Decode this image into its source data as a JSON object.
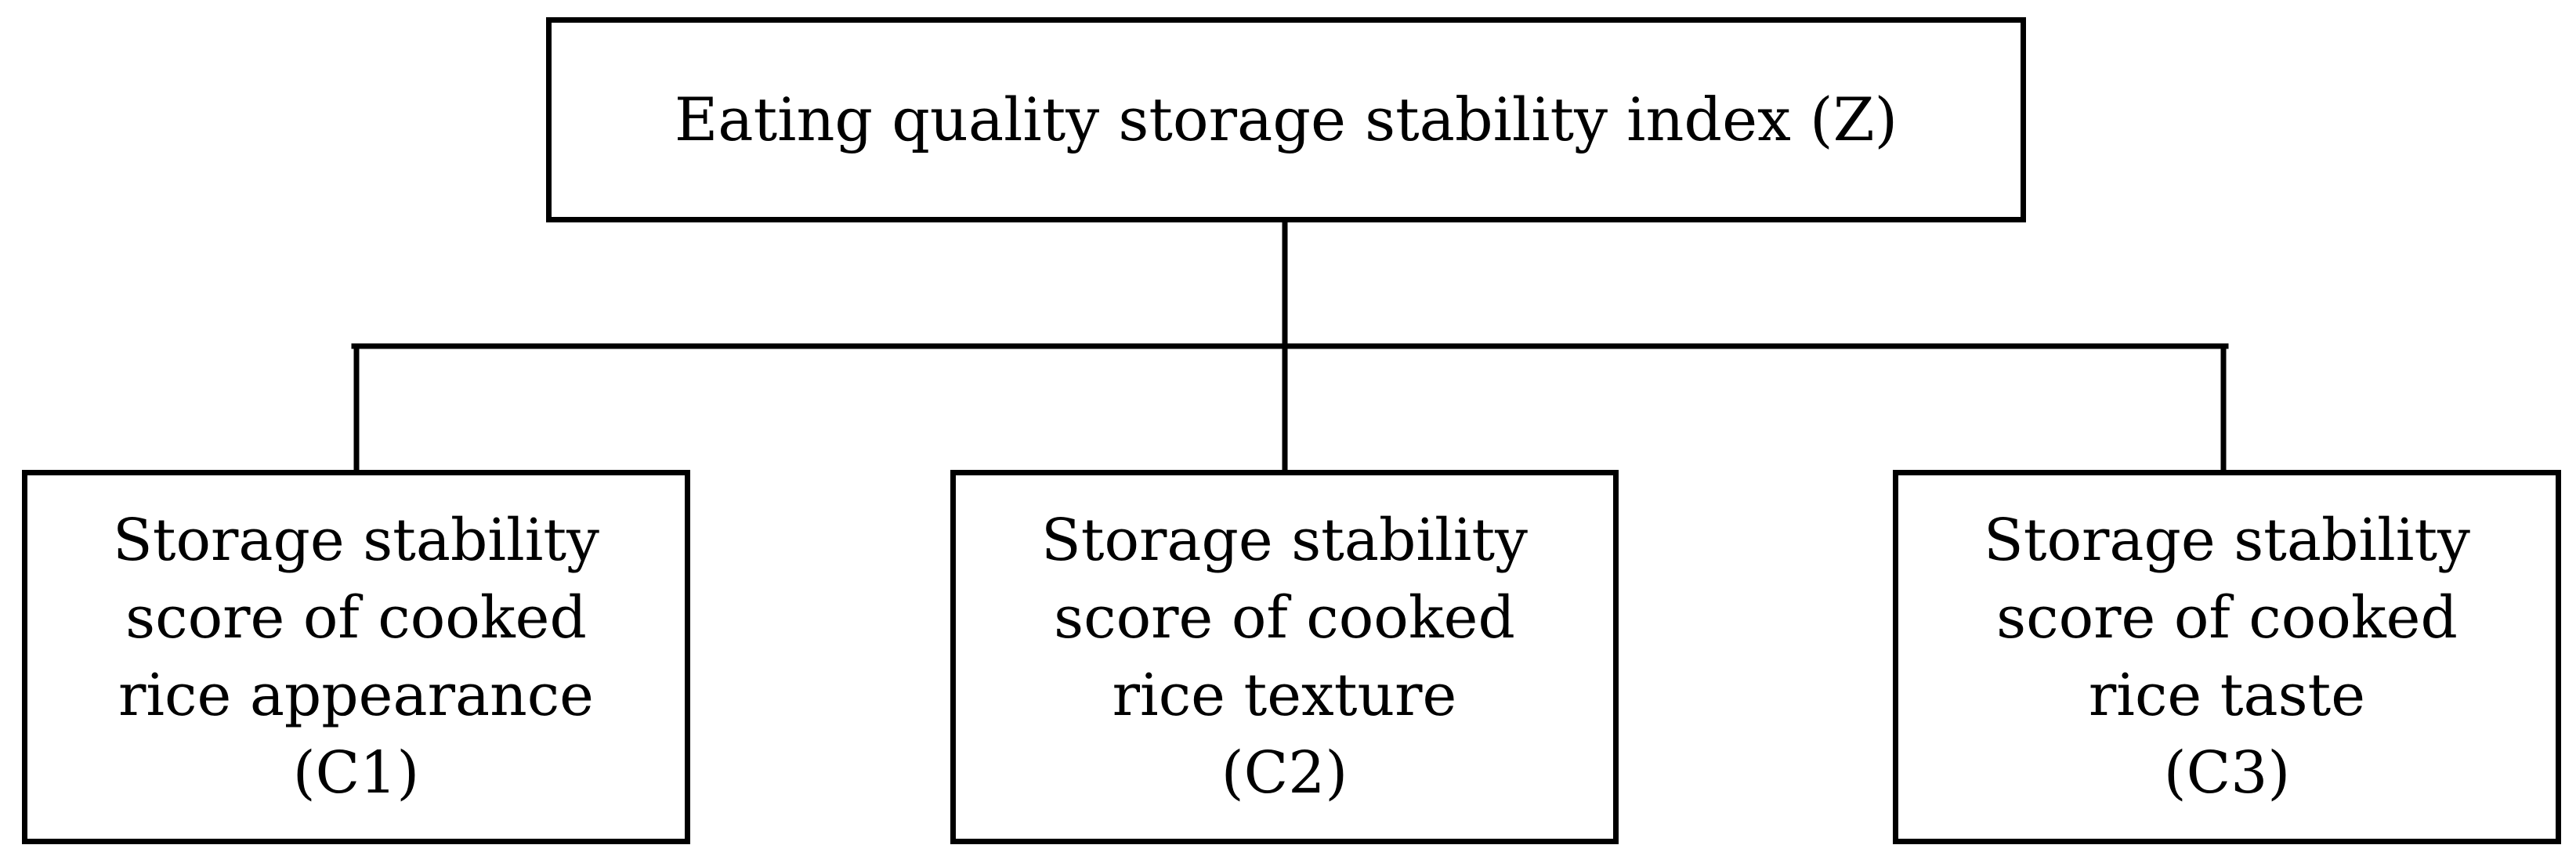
{
  "diagram": {
    "root": {
      "label": "Eating quality storage stability index (Z)"
    },
    "children": [
      {
        "lines": [
          "Storage stability",
          "score of cooked",
          "rice appearance",
          "(C1)"
        ]
      },
      {
        "lines": [
          "Storage stability",
          "score of cooked",
          "rice texture",
          "(C2)"
        ]
      },
      {
        "lines": [
          "Storage stability",
          "score of cooked",
          "rice taste",
          "(C3)"
        ]
      }
    ],
    "colors": {
      "stroke": "#000000",
      "background": "#ffffff",
      "text": "#000000"
    }
  }
}
